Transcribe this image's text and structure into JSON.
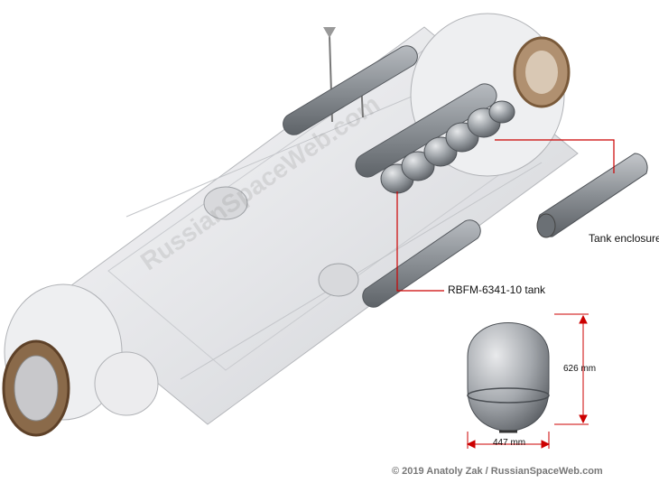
{
  "labels": {
    "tank_enclosure": "Tank enclosure",
    "tank_name": "RBFM-6341-10 tank",
    "height_dim": "626 mm",
    "width_dim": "447 mm"
  },
  "credit": "© 2019 Anatoly Zak / RussianSpaceWeb.com",
  "watermark": "RussianSpaceWeb.com",
  "colors": {
    "leader_line": "#cc0000",
    "module_body": "#e9e9ec",
    "tank_metal": "#8f9499",
    "docking_ring": "#7a5a3a"
  }
}
